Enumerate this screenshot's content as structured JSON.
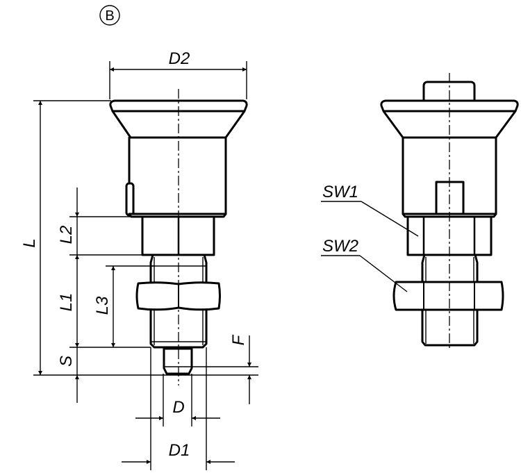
{
  "variant_label": "B",
  "dimensions": {
    "D2": "D2",
    "L": "L",
    "L1": "L1",
    "L2": "L2",
    "L3": "L3",
    "S": "S",
    "F": "F",
    "D": "D",
    "D1": "D1"
  },
  "wrench_sizes": {
    "SW1": "SW1",
    "SW2": "SW2"
  }
}
